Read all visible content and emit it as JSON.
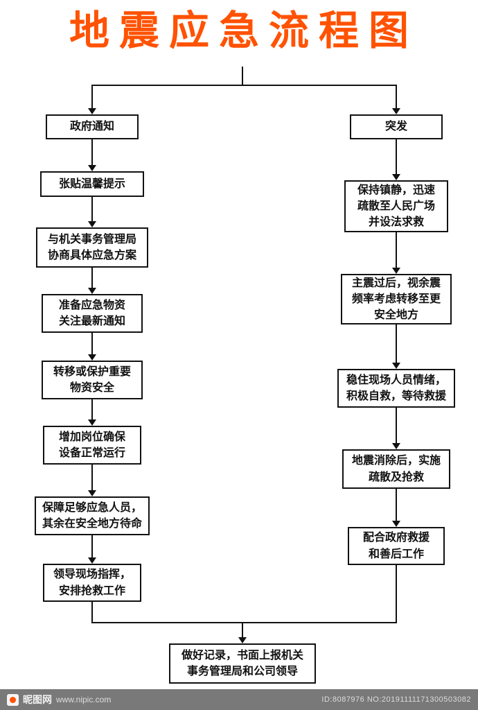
{
  "title": "地震应急流程图",
  "colors": {
    "title": "#ff5202",
    "line": "#111111",
    "box_border": "#111111",
    "box_text": "#111111",
    "watermark_bg": "#5c5c5c"
  },
  "left_branch": {
    "boxes": [
      {
        "label": "政府通知"
      },
      {
        "label": "张贴温馨提示"
      },
      {
        "label": "与机关事务管理局\n协商具体应急方案"
      },
      {
        "label": "准备应急物资\n关注最新通知"
      },
      {
        "label": "转移或保护重要\n物资安全"
      },
      {
        "label": "增加岗位确保\n设备正常运行"
      },
      {
        "label": "保障足够应急人员，\n其余在安全地方待命"
      },
      {
        "label": "领导现场指挥，\n安排抢救工作"
      }
    ]
  },
  "right_branch": {
    "boxes": [
      {
        "label": "突发"
      },
      {
        "label": "保持镇静，迅速\n疏散至人民广场\n并设法求救"
      },
      {
        "label": "主震过后，视余震\n频率考虑转移至更\n安全地方"
      },
      {
        "label": "稳住现场人员情绪，\n积极自救，等待救援"
      },
      {
        "label": "地震消除后，实施\n疏散及抢救"
      },
      {
        "label": "配合政府救援\n和善后工作"
      }
    ]
  },
  "final_box": {
    "label": "做好记录，书面上报机关\n事务管理局和公司领导"
  },
  "watermark": {
    "site_name": "昵图网",
    "site_url": "www.nipic.com",
    "id_text": "ID:8087976 NO:20191111171300503082"
  }
}
